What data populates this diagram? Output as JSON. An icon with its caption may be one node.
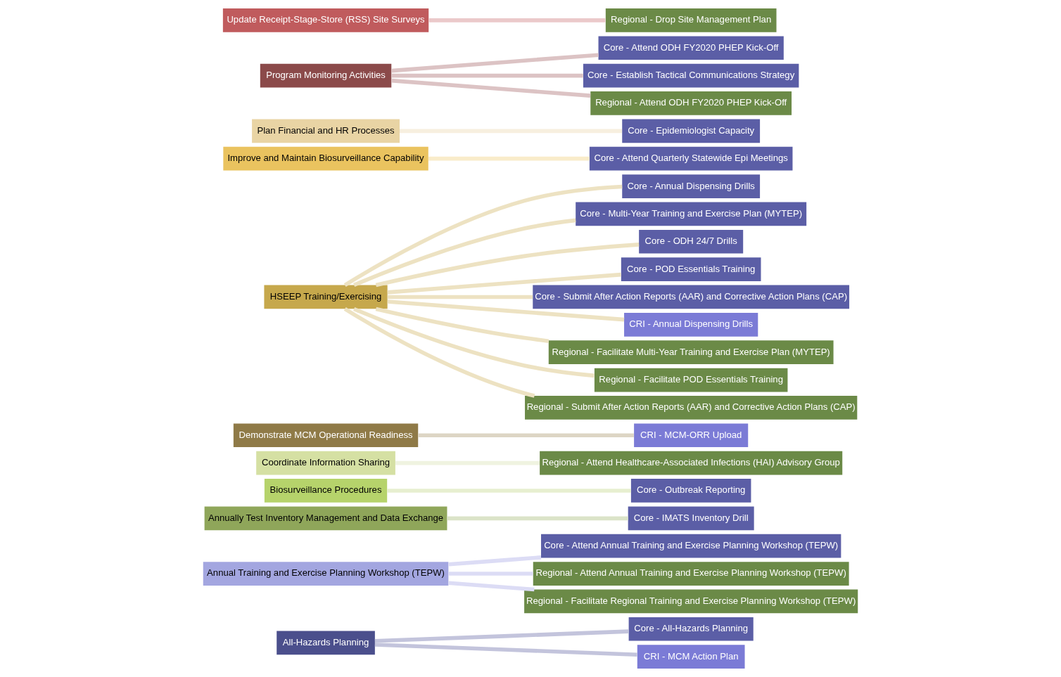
{
  "diagram": {
    "nodes": [
      {
        "text": [
          "All-Hazards Planning"
        ]
      },
      {
        "text": [
          "Annual Training and Exercise Planning Workshop (TEPW)"
        ]
      },
      {
        "text": [
          "Annually Test Inventory Management and Data Exchange"
        ]
      },
      {
        "text": [
          "Biosurveillance Procedures"
        ]
      },
      {
        "text": [
          "Coordinate Information Sharing"
        ]
      },
      {
        "text": [
          "Demonstrate MCM Operational Readiness"
        ]
      },
      {
        "text": [
          "HSEEP Training/Exercising"
        ]
      },
      {
        "text": [
          "Improve and Maintain Biosurveillance Capability"
        ]
      },
      {
        "text": [
          "Plan Financial and HR Processes"
        ]
      },
      {
        "text": [
          "Program Monitoring Activities"
        ]
      },
      {
        "text": [
          "Update Receipt-Stage-Store (RSS) Site Surveys"
        ]
      },
      {
        "text": [
          "Core - All-Hazards Planning"
        ]
      },
      {
        "text": [
          "CRI - MCM Action Plan"
        ]
      },
      {
        "text": [
          "Core - Attend Annual Training and Exercise Planning Workshop (TEPW)"
        ]
      },
      {
        "text": [
          "Regional - Attend Annual Training and Exercise Planning Workshop (TEPW)"
        ]
      },
      {
        "text": [
          "Regional - Facilitate Regional Training and Exercise Planning Workshop (TEPW)"
        ]
      },
      {
        "text": [
          "Core - IMATS Inventory Drill"
        ]
      },
      {
        "text": [
          "Core - Outbreak Reporting"
        ]
      },
      {
        "text": [
          "Regional - Attend Healthcare-Associated Infections (HAI) Advisory Group"
        ]
      },
      {
        "text": [
          "CRI - MCM-ORR Upload"
        ]
      },
      {
        "text": [
          "Core - Annual Dispensing Drills"
        ]
      },
      {
        "text": [
          "Core - Multi-Year Training and Exercise Plan (MYTEP)"
        ]
      },
      {
        "text": [
          "Core - ODH 24/7 Drills"
        ]
      },
      {
        "text": [
          "Core - POD Essentials Training"
        ]
      },
      {
        "text": [
          "Core - Submit After Action Reports (AAR) and Corrective Action Plans (CAP)"
        ]
      },
      {
        "text": [
          "CRI - Annual Dispensing Drills"
        ]
      },
      {
        "text": [
          "Regional - Facilitate Multi-Year Training and Exercise Plan (MYTEP)"
        ]
      },
      {
        "text": [
          "Regional - Facilitate POD Essentials Training"
        ]
      },
      {
        "text": [
          "Regional - Submit After Action Reports (AAR) and Corrective Action Plans (CAP)"
        ]
      },
      {
        "text": [
          "Core - Attend Quarterly Statewide Epi Meetings"
        ]
      },
      {
        "text": [
          "Core - Epidemiologist Capacity"
        ]
      },
      {
        "text": [
          "Core - Attend ODH FY2020 PHEP Kick-Off"
        ]
      },
      {
        "text": [
          "Core - Establish Tactical Communications Strategy"
        ]
      },
      {
        "text": [
          "Regional - Attend ODH FY2020 PHEP Kick-Off"
        ]
      },
      {
        "text": [
          "Regional - Drop Site Management Plan"
        ]
      }
    ],
    "edges": [
      {
        "from": 0,
        "to": 11,
        "arrow": "none",
        "color": "#c3c4dc"
      },
      {
        "from": 0,
        "to": 12,
        "arrow": "none",
        "color": "#c3c4dc"
      },
      {
        "from": 1,
        "to": 13,
        "arrow": "none",
        "color": "#dcdcf5"
      },
      {
        "from": 1,
        "to": 14,
        "arrow": "none",
        "color": "#dcdcf5"
      },
      {
        "from": 1,
        "to": 15,
        "arrow": "none",
        "color": "#dcdcf5"
      },
      {
        "from": 2,
        "to": 16,
        "arrow": "none",
        "color": "#dbe3c8"
      },
      {
        "from": 3,
        "to": 17,
        "arrow": "none",
        "color": "#e7efd0"
      },
      {
        "from": 4,
        "to": 18,
        "arrow": "none",
        "color": "#eff3e0"
      },
      {
        "from": 5,
        "to": 19,
        "arrow": "none",
        "color": "#ddd5c4"
      },
      {
        "from": 6,
        "to": 20,
        "arrow": "none",
        "color": "#ede2c2"
      },
      {
        "from": 6,
        "to": 21,
        "arrow": "none",
        "color": "#ede2c2"
      },
      {
        "from": 6,
        "to": 22,
        "arrow": "none",
        "color": "#ede2c2"
      },
      {
        "from": 6,
        "to": 23,
        "arrow": "none",
        "color": "#ede2c2"
      },
      {
        "from": 6,
        "to": 24,
        "arrow": "none",
        "color": "#ede2c2"
      },
      {
        "from": 6,
        "to": 25,
        "arrow": "none",
        "color": "#ede2c2"
      },
      {
        "from": 6,
        "to": 26,
        "arrow": "none",
        "color": "#ede2c2"
      },
      {
        "from": 6,
        "to": 27,
        "arrow": "none",
        "color": "#ede2c2"
      },
      {
        "from": 6,
        "to": 28,
        "arrow": "none",
        "color": "#ede2c2"
      },
      {
        "from": 7,
        "to": 29,
        "arrow": "none",
        "color": "#f9ecca"
      },
      {
        "from": 8,
        "to": 30,
        "arrow": "none",
        "color": "#f7efdf"
      },
      {
        "from": 9,
        "to": 31,
        "arrow": "none",
        "color": "#dcc3c4"
      },
      {
        "from": 9,
        "to": 32,
        "arrow": "none",
        "color": "#dcc3c4"
      },
      {
        "from": 9,
        "to": 33,
        "arrow": "none",
        "color": "#dcc3c4"
      },
      {
        "from": 10,
        "to": 34,
        "arrow": "none",
        "color": "#ebc9ca"
      }
    ]
  }
}
